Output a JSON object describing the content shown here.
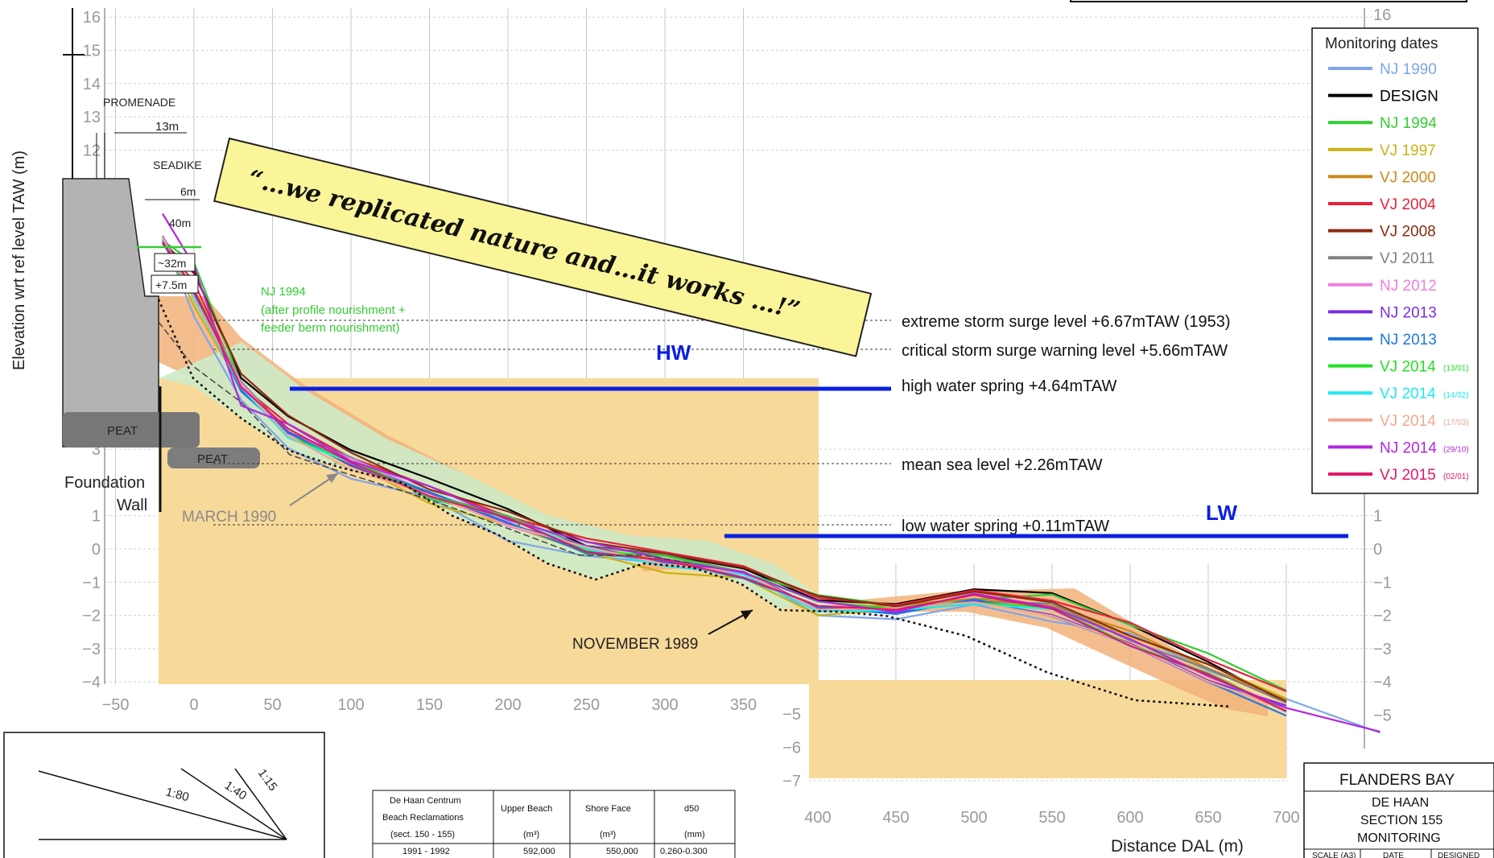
{
  "chart_data": {
    "type": "line",
    "xlabel": "Distance DAL (m)",
    "ylabel": "Elevation wrt ref level TAW (m)",
    "x_ticks_upper": [
      -50,
      0,
      50,
      100,
      150,
      200,
      250,
      300,
      350
    ],
    "x_ticks_lower": [
      400,
      450,
      500,
      550,
      600,
      650,
      700
    ],
    "y_ticks_upper": [
      -4,
      -3,
      -2,
      -1,
      0,
      1,
      3,
      12,
      13,
      14,
      15,
      16
    ],
    "y_ticks_lower": [
      -5,
      -6,
      -7
    ],
    "y_ticks_right": [
      16,
      1,
      0,
      -1,
      -2,
      -3,
      -4,
      -5
    ],
    "legend_title": "Monitoring dates",
    "series": [
      {
        "name": "NJ 1990",
        "color": "#7ea6e8",
        "sub": "",
        "x": [
          -20,
          0,
          30,
          60,
          100,
          150,
          200,
          250,
          300,
          350,
          400,
          450,
          500,
          550,
          600,
          650,
          700,
          760
        ],
        "y": [
          9.3,
          7.0,
          4.6,
          3.0,
          2.2,
          1.5,
          0.3,
          -0.3,
          -0.4,
          -0.8,
          -2.0,
          -2.0,
          -1.7,
          -2.1,
          -2.6,
          -3.6,
          -4.6,
          -5.5
        ]
      },
      {
        "name": "DESIGN",
        "color": "#000000",
        "sub": "",
        "x": [
          -20,
          0,
          30,
          60,
          100,
          150,
          200,
          250,
          300,
          350,
          400,
          450,
          500,
          550,
          600,
          650,
          700
        ],
        "y": [
          9.3,
          8.3,
          5.2,
          3.9,
          3.0,
          2.0,
          1.2,
          0.2,
          -0.2,
          -0.5,
          -1.6,
          -1.6,
          -1.3,
          -1.3,
          -2.4,
          -3.4,
          -4.5
        ]
      },
      {
        "name": "NJ 1994",
        "color": "#33cc33",
        "sub": "",
        "x": [
          -20,
          0,
          30,
          60,
          100,
          150,
          200,
          250,
          300,
          350,
          400,
          450,
          500,
          550,
          600,
          650,
          700
        ],
        "y": [
          9.3,
          8.5,
          5.0,
          3.6,
          2.7,
          1.6,
          0.9,
          -0.1,
          -0.4,
          -0.7,
          -1.5,
          -1.7,
          -1.4,
          -1.4,
          -2.2,
          -3.2,
          -4.2
        ]
      },
      {
        "name": "VJ 1997",
        "color": "#c9b214",
        "sub": "",
        "x": [
          -20,
          0,
          30,
          60,
          100,
          150,
          200,
          250,
          300,
          350,
          400,
          450,
          500,
          550,
          600,
          650,
          700
        ],
        "y": [
          9.3,
          7.4,
          4.8,
          3.4,
          2.5,
          1.4,
          0.6,
          -0.1,
          -0.6,
          -0.9,
          -1.9,
          -1.9,
          -1.6,
          -1.8,
          -2.6,
          -3.6,
          -4.5
        ]
      },
      {
        "name": "VJ 2000",
        "color": "#cc8a1a",
        "sub": "",
        "x": [
          -20,
          0,
          30,
          60,
          100,
          150,
          200,
          250,
          300,
          350,
          400,
          450,
          500,
          550,
          600,
          650,
          700
        ],
        "y": [
          9.3,
          7.6,
          4.9,
          3.5,
          2.6,
          1.6,
          0.8,
          0.0,
          -0.3,
          -0.8,
          -1.8,
          -1.8,
          -1.5,
          -1.6,
          -2.5,
          -3.5,
          -4.6
        ]
      },
      {
        "name": "VJ 2004",
        "color": "#e8213a",
        "sub": "",
        "x": [
          -20,
          0,
          30,
          60,
          100,
          150,
          200,
          250,
          300,
          350,
          400,
          450,
          500,
          550,
          600,
          650,
          700
        ],
        "y": [
          9.3,
          8.0,
          5.0,
          3.7,
          2.8,
          1.8,
          1.0,
          0.2,
          -0.1,
          -0.4,
          -1.5,
          -1.6,
          -1.3,
          -1.5,
          -2.3,
          -3.3,
          -4.4
        ]
      },
      {
        "name": "VJ 2008",
        "color": "#8c2a10",
        "sub": "",
        "x": [
          -20,
          0,
          30,
          60,
          100,
          150,
          200,
          250,
          300,
          350,
          400,
          450,
          500,
          550,
          600,
          650,
          700
        ],
        "y": [
          9.3,
          8.2,
          5.3,
          3.9,
          2.9,
          1.9,
          1.1,
          0.3,
          -0.2,
          -0.5,
          -1.5,
          -1.7,
          -1.4,
          -1.6,
          -2.5,
          -3.5,
          -4.5
        ]
      },
      {
        "name": "VJ 2011",
        "color": "#808080",
        "sub": "",
        "x": [
          -20,
          0,
          30,
          60,
          100,
          150,
          200,
          250,
          300,
          350,
          400,
          450,
          500,
          550,
          600,
          650,
          700
        ],
        "y": [
          9.3,
          7.9,
          5.0,
          3.6,
          2.7,
          1.7,
          0.9,
          0.1,
          -0.3,
          -0.7,
          -1.7,
          -1.8,
          -1.5,
          -1.7,
          -2.7,
          -3.7,
          -4.6
        ]
      },
      {
        "name": "NJ 2012",
        "color": "#f07ee0",
        "sub": "",
        "x": [
          -20,
          0,
          30,
          60,
          100,
          150,
          200,
          250,
          300,
          350,
          400,
          450,
          500,
          550,
          600,
          650,
          700
        ],
        "y": [
          9.3,
          7.8,
          4.9,
          3.5,
          2.6,
          1.7,
          0.8,
          0.0,
          -0.4,
          -0.8,
          -1.8,
          -1.9,
          -1.6,
          -1.9,
          -2.9,
          -3.9,
          -4.8
        ]
      },
      {
        "name": "NJ 2013",
        "color": "#7a2fe0",
        "sub": "",
        "x": [
          -20,
          0,
          30,
          60,
          100,
          150,
          200,
          250,
          300,
          350,
          400,
          450,
          500,
          550,
          600,
          650,
          700
        ],
        "y": [
          9.3,
          7.7,
          4.9,
          3.5,
          2.6,
          1.6,
          0.8,
          0.0,
          -0.4,
          -0.8,
          -1.8,
          -1.8,
          -1.6,
          -1.9,
          -2.9,
          -3.9,
          -4.8
        ]
      },
      {
        "name": "NJ 2013",
        "color": "#1f78e0",
        "sub": "",
        "x": [
          -20,
          0,
          30,
          60,
          100,
          150,
          200,
          250,
          300,
          350,
          400,
          450,
          500,
          550,
          600,
          650,
          700
        ],
        "y": [
          9.3,
          7.6,
          4.8,
          3.4,
          2.6,
          1.6,
          0.8,
          0.0,
          -0.4,
          -0.8,
          -1.8,
          -1.9,
          -1.6,
          -2.0,
          -3.0,
          -4.0,
          -4.9
        ]
      },
      {
        "name": "VJ 2014",
        "color": "#22e022",
        "sub": "(13/01)",
        "x": [
          -20,
          0,
          30,
          60,
          100,
          150,
          200,
          250,
          300,
          350,
          400,
          450,
          500,
          550,
          600,
          650,
          700
        ],
        "y": [
          9.3,
          7.7,
          4.9,
          3.5,
          2.6,
          1.7,
          0.9,
          0.0,
          -0.3,
          -0.7,
          -1.7,
          -1.8,
          -1.5,
          -1.8,
          -2.8,
          -3.8,
          -4.8
        ]
      },
      {
        "name": "VJ 2014",
        "color": "#22e8f0",
        "sub": "(14/02)",
        "x": [
          -20,
          0,
          30,
          60,
          100,
          150,
          200,
          250,
          300,
          350,
          400,
          450,
          500,
          550,
          600,
          650,
          700
        ],
        "y": [
          9.3,
          7.6,
          4.8,
          3.4,
          2.5,
          1.6,
          0.8,
          0.0,
          -0.4,
          -0.8,
          -1.8,
          -1.9,
          -1.6,
          -1.9,
          -2.9,
          -3.9,
          -4.9
        ]
      },
      {
        "name": "VJ 2014",
        "color": "#f0a890",
        "sub": "(17/03)",
        "x": [
          -20,
          0,
          30,
          60,
          100,
          150,
          200,
          250,
          300,
          350,
          400,
          450,
          500,
          550,
          600,
          650,
          700
        ],
        "y": [
          9.3,
          7.6,
          4.8,
          3.4,
          2.5,
          1.6,
          0.8,
          0.0,
          -0.4,
          -0.8,
          -1.8,
          -1.9,
          -1.6,
          -1.9,
          -2.9,
          -3.9,
          -4.9
        ]
      },
      {
        "name": "NJ 2014",
        "color": "#b326e0",
        "sub": "(29/10)",
        "x": [
          -20,
          0,
          30,
          60,
          100,
          150,
          200,
          250,
          300,
          350,
          400,
          450,
          500,
          550,
          600,
          650,
          700,
          760
        ],
        "y": [
          10.2,
          8.5,
          4.4,
          3.7,
          2.7,
          1.8,
          0.9,
          0.1,
          -0.3,
          -0.6,
          -1.6,
          -1.8,
          -1.4,
          -1.7,
          -2.8,
          -3.8,
          -4.9,
          -5.5
        ]
      },
      {
        "name": "VJ 2015",
        "color": "#e0186a",
        "sub": "(02/01)",
        "x": [
          -20,
          0,
          30,
          60,
          100,
          150,
          200,
          250,
          300,
          350,
          400,
          450,
          500,
          550,
          600,
          650,
          700
        ],
        "y": [
          9.3,
          7.7,
          4.9,
          3.5,
          2.6,
          1.7,
          0.9,
          0.0,
          -0.4,
          -0.8,
          -1.8,
          -1.8,
          -1.5,
          -1.8,
          -2.8,
          -3.8,
          -4.8
        ]
      }
    ],
    "reference_levels": [
      {
        "label": "extreme storm surge level +6.67mTAW (1953)",
        "y": 6.67
      },
      {
        "label": "critical storm surge warning level +5.66mTAW",
        "y": 5.66
      },
      {
        "label": "high water spring +4.64mTAW",
        "y": 4.64
      },
      {
        "label": "mean sea level +2.26mTAW",
        "y": 2.26
      },
      {
        "label": "low water spring +0.11mTAW",
        "y": 0.11
      }
    ],
    "water_marks": {
      "hw": "HW",
      "lw": "LW"
    }
  },
  "annotations": {
    "promenade": "PROMENADE",
    "seadike": "SEADIKE",
    "dim_13m": "13m",
    "dim_6m": "6m",
    "dim_40m": "40m",
    "dim_32m": "~32m",
    "dim_7_5m": "+7.5m",
    "nj1994_note_1": "NJ 1994",
    "nj1994_note_2": "(after profile nourishment +",
    "nj1994_note_3": "feeder berm nourishment)",
    "peat_1": "PEAT",
    "peat_2": "PEAT",
    "foundation_1": "Foundation",
    "foundation_2": "Wall",
    "march_1990": "MARCH 1990",
    "november_1989": "NOVEMBER 1989",
    "quote": "“…we replicated nature and…it works …!”"
  },
  "slopes": {
    "s1": "1:80",
    "s2": "1:40",
    "s3": "1:15"
  },
  "table": {
    "headers": [
      "De Haan Centrum",
      "Upper Beach",
      "Shore Face",
      "d50"
    ],
    "header2": [
      "Beach Reclamations",
      "",
      "",
      ""
    ],
    "units": [
      "(sect. 150 - 155)",
      "(m³)",
      "(m³)",
      "(mm)"
    ],
    "row": [
      "1991 - 1992",
      "592,000",
      "550,000",
      "0.260-0.300"
    ]
  },
  "title_block": {
    "l1": "FLANDERS BAY",
    "l2": "DE HAAN",
    "l3": "SECTION 155",
    "l4": "MONITORING",
    "c1": "SCALE (A3)",
    "c2": "DATE",
    "c3": "DESIGNED"
  },
  "colors": {
    "hw_lw_line": "#0a1fe0",
    "sand_fill": "#f7d99a",
    "nourish_fill": "#f2b27a",
    "erosion_fill": "#cdebc9",
    "dike_fill": "#b3b3b3"
  }
}
